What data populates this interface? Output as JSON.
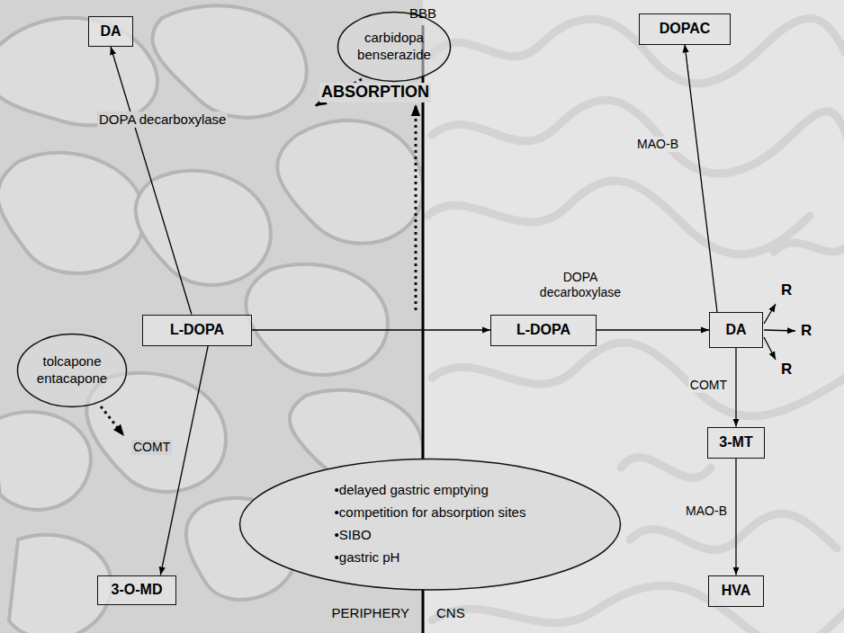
{
  "diagram": {
    "nodes": [
      {
        "text": [
          "DA"
        ]
      },
      {
        "text": [
          "carbidopa",
          "benserazide"
        ]
      },
      {
        "text": [
          "DOPAC"
        ]
      },
      {
        "text": [
          "L-DOPA"
        ]
      },
      {
        "text": [
          "L-DOPA"
        ]
      },
      {
        "text": [
          "DA"
        ]
      },
      {
        "text": [
          "tolcapone",
          "entacapone"
        ]
      },
      {
        "text": [
          "3-MT"
        ]
      },
      {
        "text": [
          "•delayed gastric emptying",
          "•competition for absorption sites",
          "•SIBO",
          "•gastric pH"
        ]
      },
      {
        "text": [
          "3-O-MD"
        ]
      },
      {
        "text": [
          "HVA"
        ]
      }
    ],
    "edges": [
      {
        "from": 3,
        "to": 0,
        "arrow": "to"
      },
      {
        "from": 3,
        "to": 9,
        "arrow": "to"
      },
      {
        "from": 3,
        "to": 4,
        "arrow": "to"
      },
      {
        "from": 4,
        "to": 5,
        "label": "DOPA decarboxylase",
        "arrow": "to"
      },
      {
        "from": 5,
        "to": 2,
        "label": "MAO-B",
        "arrow": "to"
      },
      {
        "from": 5,
        "to": 7,
        "label": "COMT",
        "arrow": "to"
      },
      {
        "from": 7,
        "to": 10,
        "label": "MAO-B",
        "arrow": "to"
      }
    ],
    "labels": [
      "BBB",
      "DOPA decarboxylase",
      "ABSORPTION",
      "COMT",
      "PERIPHERY",
      "CNS",
      "R",
      "R",
      "R"
    ]
  }
}
